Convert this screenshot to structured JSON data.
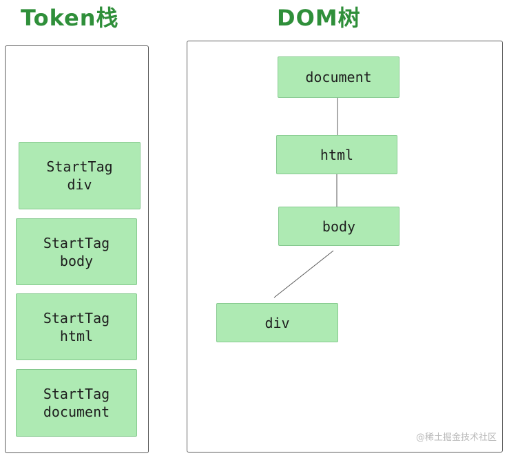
{
  "titles": {
    "token_stack": "Token栈",
    "dom_tree": "DOM树"
  },
  "token_stack": {
    "items": [
      {
        "tag": "StartTag",
        "name": "div"
      },
      {
        "tag": "StartTag",
        "name": "body"
      },
      {
        "tag": "StartTag",
        "name": "html"
      },
      {
        "tag": "StartTag",
        "name": "document"
      }
    ]
  },
  "dom_tree": {
    "nodes": [
      {
        "id": "document",
        "label": "document"
      },
      {
        "id": "html",
        "label": "html"
      },
      {
        "id": "body",
        "label": "body"
      },
      {
        "id": "div",
        "label": "div"
      }
    ],
    "edges": [
      {
        "from": "document",
        "to": "html"
      },
      {
        "from": "html",
        "to": "body"
      },
      {
        "from": "body",
        "to": "div"
      }
    ]
  },
  "watermark": "@稀土掘金技术社区",
  "colors": {
    "title": "#2f8f3a",
    "box_fill": "#aeeab3",
    "box_border": "#85c98e"
  }
}
